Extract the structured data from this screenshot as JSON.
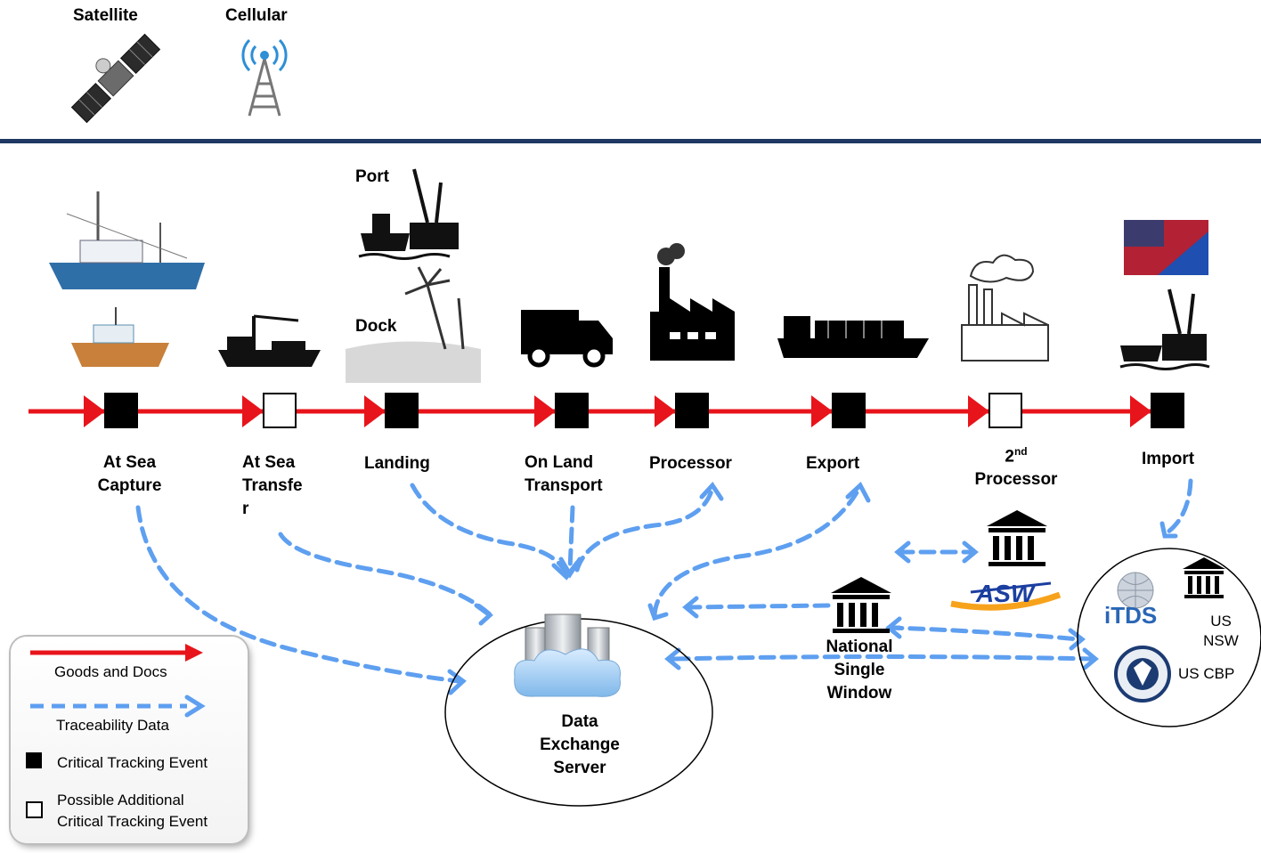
{
  "top_icons": {
    "satellite_label": "Satellite",
    "cellular_label": "Cellular"
  },
  "stage_images": {
    "port_label": "Port",
    "dock_label": "Dock"
  },
  "stages": [
    {
      "line1": "At Sea",
      "line2": "Capture",
      "event": "critical"
    },
    {
      "line1": "At Sea",
      "line2": "Transfe",
      "line3": "r",
      "event": "possible"
    },
    {
      "line1": "Landing",
      "event": "critical"
    },
    {
      "line1": "On Land",
      "line2": "Transport",
      "event": "critical"
    },
    {
      "line1": "Processor",
      "event": "critical"
    },
    {
      "line1": "Export",
      "event": "critical"
    },
    {
      "sup": "nd",
      "base": "2",
      "line2": "Processor",
      "event": "possible"
    },
    {
      "line1": "Import",
      "event": "critical"
    }
  ],
  "server": {
    "line1": "Data",
    "line2": "Exchange",
    "line3": "Server"
  },
  "nsw": {
    "line1": "National",
    "line2": "Single",
    "line3": "Window"
  },
  "asw_logo_text": "ASW",
  "us_cluster": {
    "itds_logo_text": "iTDS",
    "nsw_label_line1": "US",
    "nsw_label_line2": "NSW",
    "cbp_label": "US CBP"
  },
  "legend": {
    "goods": "Goods and Docs",
    "traceability": "Traceability Data",
    "critical": "Critical Tracking Event",
    "possible_line1": "Possible Additional",
    "possible_line2": "Critical Tracking Event"
  },
  "colors": {
    "goods_line": "#e8141b",
    "trace_line": "#5e9ff0",
    "divider": "#1f3864",
    "event_fill": "#000000"
  }
}
